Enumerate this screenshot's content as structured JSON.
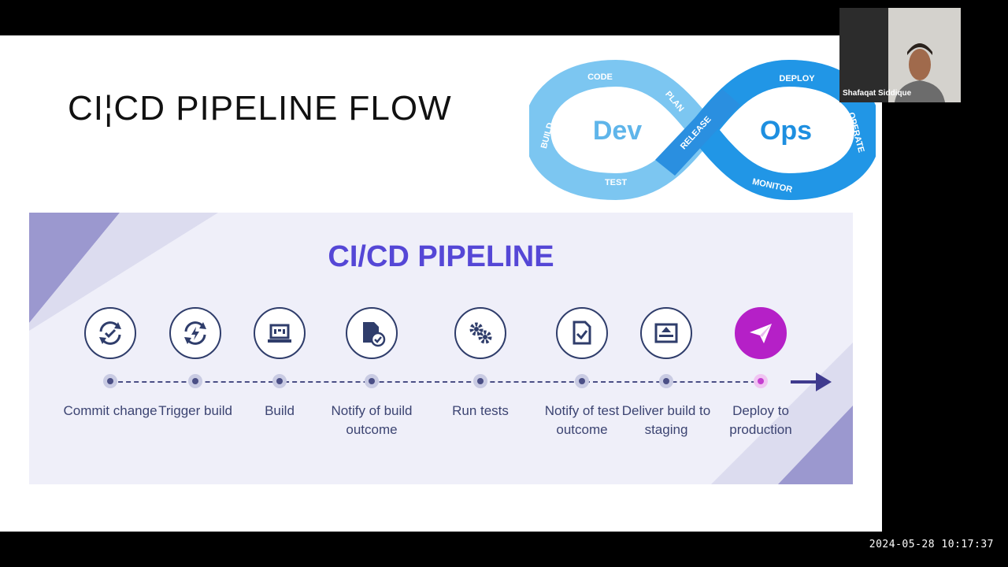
{
  "slide": {
    "title": "CI¦CD PIPELINE FLOW",
    "devops": {
      "left_word": "Dev",
      "right_word": "Ops",
      "left_steps": [
        "CODE",
        "BUILD",
        "TEST",
        "PLAN"
      ],
      "center_step": "RELEASE",
      "right_steps": [
        "DEPLOY",
        "OPERATE",
        "MONITOR"
      ]
    },
    "pipeline": {
      "title": "CI/CD PIPELINE",
      "stages": [
        {
          "label": "Commit change",
          "icon": "sync-check-icon"
        },
        {
          "label": "Trigger build",
          "icon": "sync-bolt-icon"
        },
        {
          "label": "Build",
          "icon": "laptop-code-icon"
        },
        {
          "label": "Notify of build outcome",
          "icon": "file-check-icon"
        },
        {
          "label": "Run tests",
          "icon": "gears-icon"
        },
        {
          "label": "Notify of test outcome",
          "icon": "document-check-icon"
        },
        {
          "label": "Deliver build to staging",
          "icon": "upload-box-icon"
        },
        {
          "label": "Deploy to production",
          "icon": "paper-plane-icon"
        }
      ]
    },
    "colors": {
      "accent": "#5547d6",
      "final_stage": "#b520c7",
      "devops_light": "#6ec0ef",
      "devops_dark": "#1e8fe0"
    }
  },
  "webcam": {
    "participant_name": "Shafaqat Siddique"
  },
  "timestamp": "2024-05-28  10:17:37"
}
